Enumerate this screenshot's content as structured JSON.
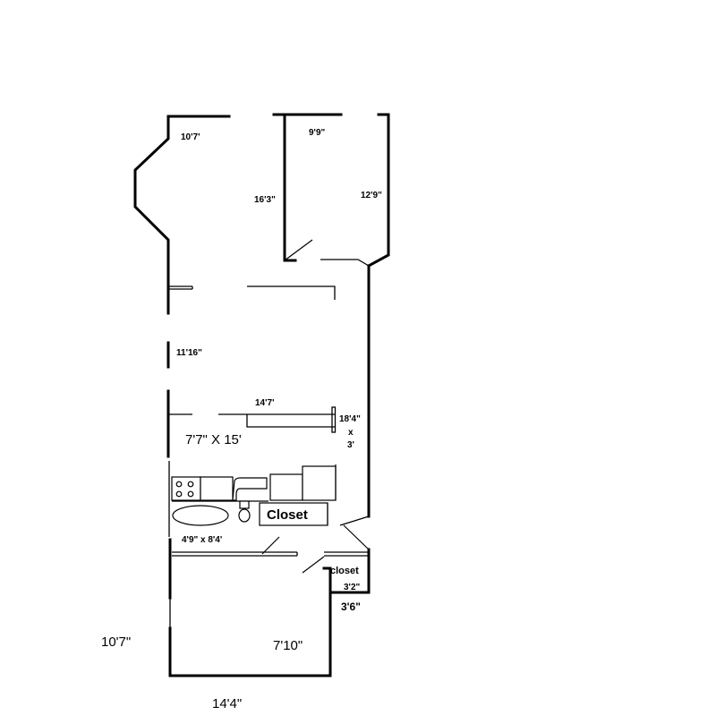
{
  "floor_plan": {
    "labels": {
      "bedroom1_width": "10'7'",
      "bedroom2_width": "9'9\"",
      "bedroom2_depth": "16'3\"",
      "bedroom2_side": "12'9\"",
      "hall_width": "11'16\"",
      "living_width": "14'7'",
      "side_dim": "18'4\"",
      "side_x": "x",
      "side_dim2": "3'",
      "kitchen_size": "7'7\" X 15'",
      "closet": "Closet",
      "bath_size": "4'9\" x 8'4'",
      "small_closet": "closet",
      "small_closet_dim": "3'2\"",
      "notch_dim": "3'6\"",
      "room_depth": "10'7\"",
      "room_width": "7'10\"",
      "overall_width": "14'4\""
    }
  }
}
